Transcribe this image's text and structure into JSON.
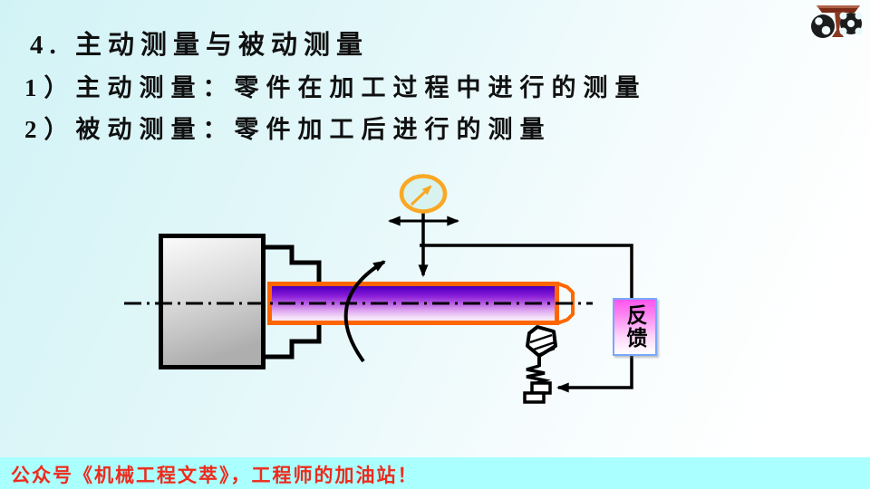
{
  "header": {
    "title": "4. 主动测量与被动测量",
    "point1": "1）主动测量：零件在加工过程中进行的测量",
    "point2": "2）被动测量：零件加工后进行的测量"
  },
  "diagram": {
    "feedback_label": "反馈",
    "icons": [
      "dial-gauge-icon",
      "rotation-arrow-icon",
      "probe-spring-icon"
    ],
    "colors": {
      "workpiece_outline": "#ff6600",
      "workpiece_gradient_top": "#3f00a8",
      "workpiece_gradient_bottom": "#fbf3fc",
      "gauge_outline": "#f9a825",
      "feedback_box_border": "#7ba7fa",
      "feedback_box_fill_top": "#ff55ee",
      "chuck_fill": "#d9d9d9",
      "line_color": "#000000"
    }
  },
  "footer": {
    "text": "公众号《机械工程文萃》，工程师的加油站！",
    "bar_color": "#aaffff",
    "text_color": "#ee2a1c"
  },
  "logo": {
    "gear_color": "#1c1c1c",
    "tool_color": "#8a3a22"
  }
}
